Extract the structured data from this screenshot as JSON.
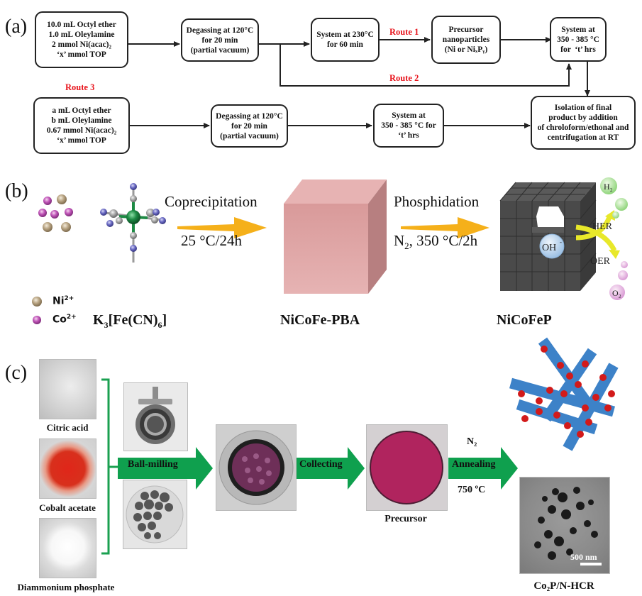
{
  "panel_a": {
    "label": "(a)",
    "boxes": {
      "start1": {
        "lines": [
          "10.0 mL Octyl ether",
          "1.0 mL Oleylamine",
          "2 mmol Ni(acac)₂",
          "‘x’ mmol TOP"
        ]
      },
      "degas1": {
        "lines": [
          "Degassing at 120°C",
          "for 20 min",
          "(partial vacuum)"
        ]
      },
      "sys230": {
        "lines": [
          "System at 230°C",
          "for 60 min"
        ]
      },
      "precursor": {
        "lines": [
          "Precursor",
          "nanoparticles",
          "(Ni or NiₓPᵧ)"
        ]
      },
      "sys350a": {
        "lines": [
          "System at",
          "350 - 385 °C",
          "for  ‘t’ hrs"
        ]
      },
      "start3": {
        "lines": [
          "a mL Octyl ether",
          "b mL Oleylamine",
          "0.67 mmol Ni(acac)₂",
          "‘x’ mmol TOP"
        ]
      },
      "degas3": {
        "lines": [
          "Degassing at 120°C",
          "for 20 min",
          "(partial vacuum)"
        ]
      },
      "sys350b": {
        "lines": [
          "System at",
          "350 - 385 °C for",
          "‘t’ hrs"
        ]
      },
      "isolation": {
        "lines": [
          "Isolation of final",
          "product by addition",
          "of chroloform/ethonal and",
          "centrifugation at RT"
        ]
      }
    },
    "routes": {
      "route1": "Route 1",
      "route2": "Route 2",
      "route3": "Route 3"
    },
    "colors": {
      "route": "#e8141c",
      "line": "#222222"
    }
  },
  "panel_b": {
    "label": "(b)",
    "step1_top": "Coprecipitation",
    "step1_bottom": "25 °C/24h",
    "step2_top": "Phosphidation",
    "step2_bottom_prefix": "N",
    "step2_bottom_sub": "2",
    "step2_bottom_suffix": ", 350 °C/2h",
    "legend": [
      {
        "ion": "Ni",
        "charge": "2+",
        "color": "#b9a584"
      },
      {
        "ion": "Co",
        "charge": "2+",
        "color": "#c055b8"
      }
    ],
    "reagent_prefix": "K",
    "reagent_sub1": "3",
    "reagent_mid": "[Fe(CN)",
    "reagent_sub2": "6",
    "reagent_suffix": "]",
    "intermediate": "NiCoFe-PBA",
    "product": "NiCoFeP",
    "reactions": {
      "her": "HER",
      "oer": "OER",
      "oh": "OH",
      "oh_charge": "-",
      "h2": "H",
      "h2_sub": "2",
      "o2": "O",
      "o2_sub": "2"
    },
    "colors": {
      "arrow": "#f5b01a",
      "cube": "#dca3a3",
      "product_cube": "#4a4a4a",
      "reaction_arrow": "#e8e82a"
    }
  },
  "panel_c": {
    "label": "(c)",
    "reagents": [
      "Citric acid",
      "Cobalt acetate",
      "Diammonium phosphate"
    ],
    "steps": [
      "Ball-milling",
      "Collecting",
      "Annealing"
    ],
    "anneal_gas": "N₂",
    "anneal_temp": "750 ºC",
    "precursor_label": "Precursor",
    "product_label": "Co₂P/N-HCR",
    "scale_bar": "500 nm",
    "colors": {
      "arrow": "#0fa04e",
      "bracket": "#1aa050",
      "tube": "#3d82c8",
      "particle": "#d21a1a",
      "precursor": "#b0245e"
    }
  }
}
